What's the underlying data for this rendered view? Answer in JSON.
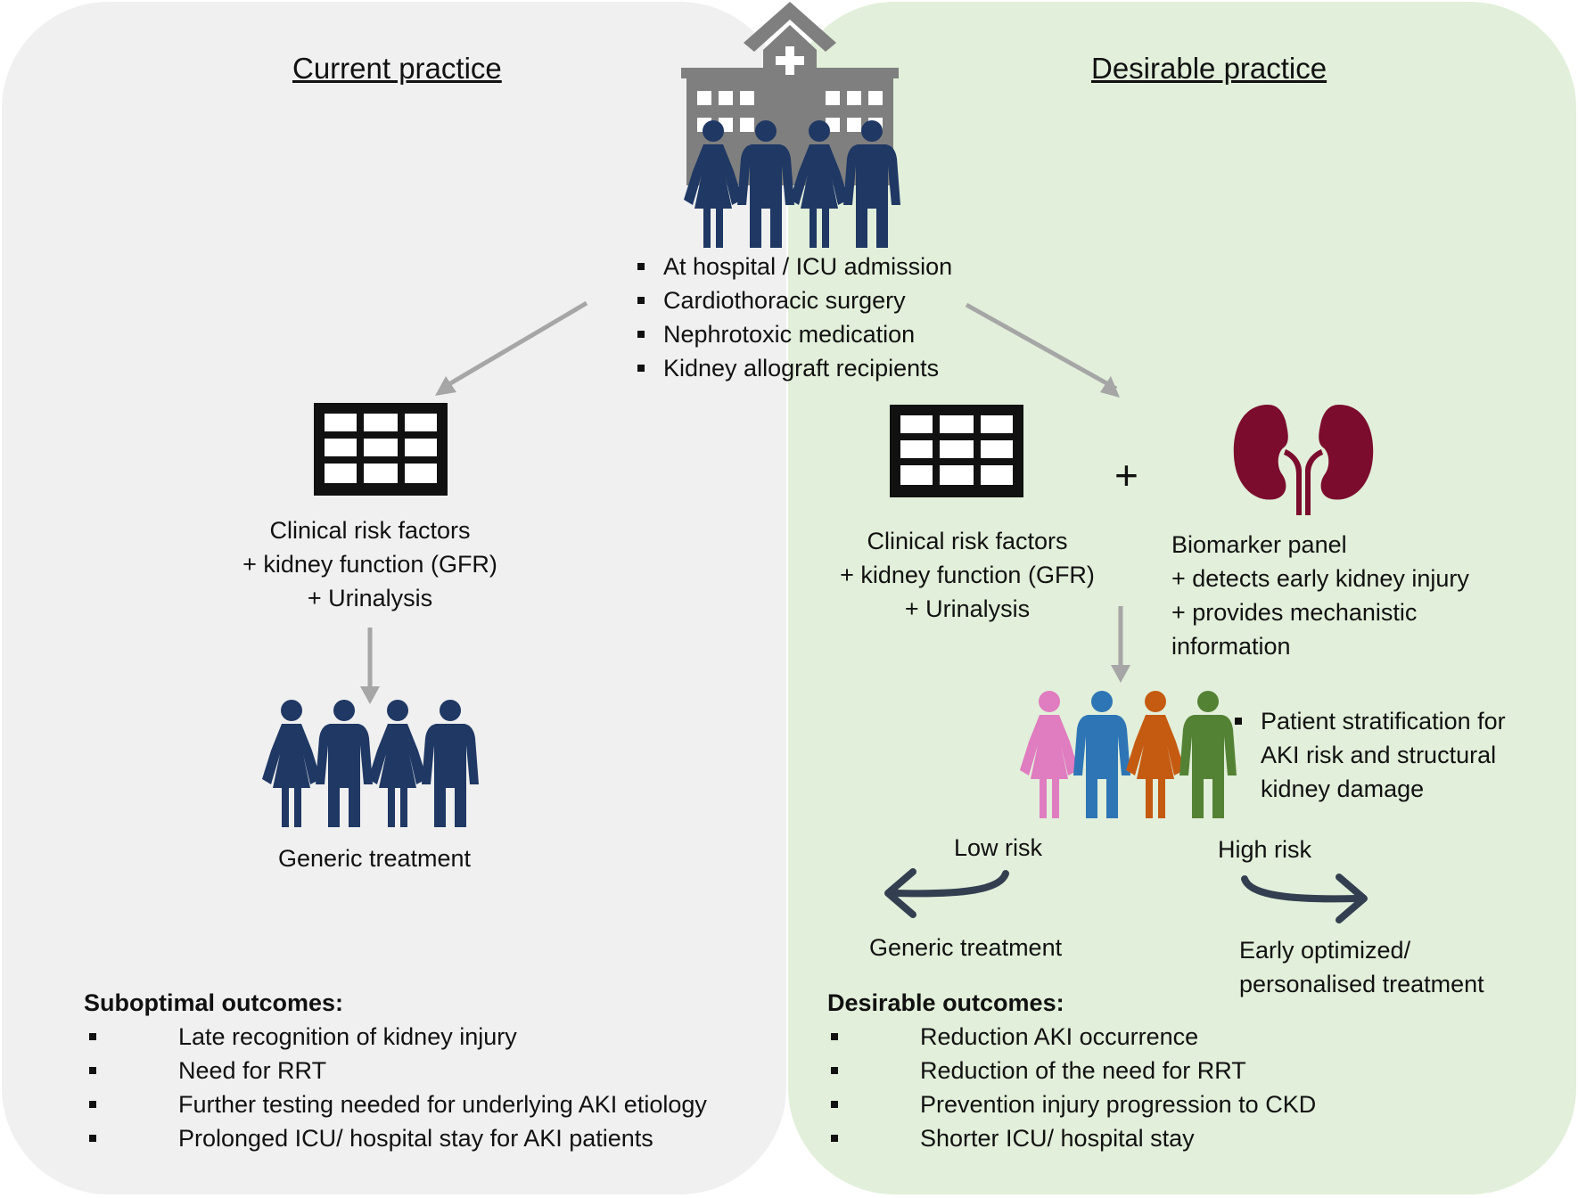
{
  "headings": {
    "current": "Current practice",
    "desirable": "Desirable practice"
  },
  "admission_criteria": [
    "At hospital / ICU admission",
    "Cardiothoracic surgery",
    "Nephrotoxic medication",
    "Kidney allograft recipients"
  ],
  "current": {
    "assessment": [
      "Clinical risk factors",
      "+ kidney function (GFR)",
      "+ Urinalysis"
    ],
    "treatment": "Generic treatment",
    "outcomes_title": "Suboptimal outcomes:",
    "outcomes": [
      "Late recognition of kidney injury",
      "Need for RRT",
      "Further testing needed for underlying AKI etiology",
      "Prolonged ICU/ hospital stay for AKI patients"
    ]
  },
  "desirable": {
    "assessment": [
      "Clinical risk factors",
      "+ kidney function (GFR)",
      "+ Urinalysis"
    ],
    "plus_sign": "+",
    "biomarker": [
      "Biomarker panel",
      "+ detects early kidney injury",
      "+ provides mechanistic",
      "information"
    ],
    "stratification": [
      "Patient stratification for",
      "AKI risk and structural",
      "kidney damage"
    ],
    "low_risk": "Low risk",
    "high_risk": "High risk",
    "low_treatment": "Generic treatment",
    "high_treatment": [
      "Early optimized/",
      "personalised treatment"
    ],
    "outcomes_title": "Desirable outcomes:",
    "outcomes": [
      "Reduction AKI occurrence",
      "Reduction of the need for RRT",
      "Prevention injury progression to CKD",
      "Shorter ICU/ hospital stay"
    ]
  },
  "colors": {
    "left_panel": "#f0f0f0",
    "right_panel": "#e2efda",
    "people_navy": "#1f3864",
    "hospital_gray": "#7f7f7f",
    "arrow_gray": "#a6a6a6",
    "kidney": "#7b0c2e",
    "pink": "#e07cc0",
    "blue": "#2e75b6",
    "orange": "#c55a11",
    "green": "#548235",
    "curved_arrow": "#333f50"
  }
}
